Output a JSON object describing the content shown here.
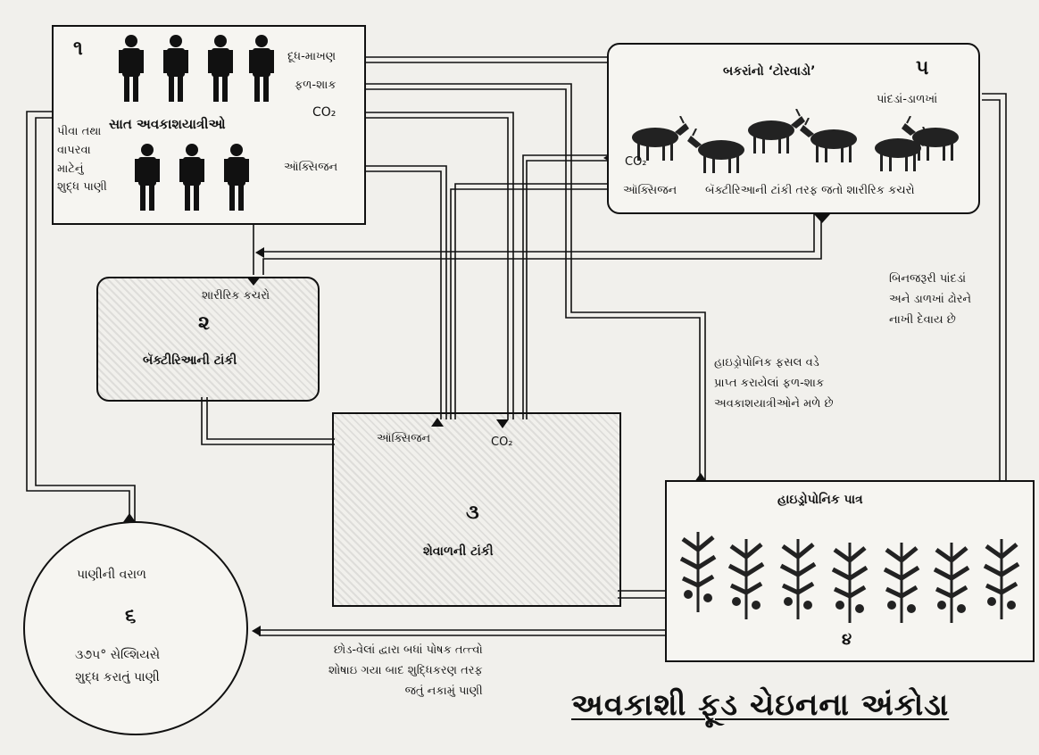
{
  "title": "અવકાશી ફૂડ ચેઇનના અંકોડા",
  "colors": {
    "ink": "#111111",
    "paper": "#f1f0ec"
  },
  "nodes": {
    "astronauts": {
      "number": "૧",
      "label": "સાત અવકાશયાત્રીઓ",
      "water_in": "પીવા તથા\nવાપરવા\nમાટેનું\nશુદ્ધ પાણી",
      "milk": "દૂધ-માખણ",
      "fruit_veg": "ફળ-શાક",
      "co2": "CO₂",
      "oxygen": "ઑક્સિજન"
    },
    "goats": {
      "number": "૫",
      "label": "બકરાંનો ‘ટોરવાડો’",
      "leaves": "પાંદડાં-ડાળખાં",
      "co2": "CO₂",
      "oxygen": "ઑક્સિજન",
      "waste": "બૅક્ટીરિઆની ટાંકી તરફ જતો શારીરિક કચરો"
    },
    "bacteria": {
      "number": "૨",
      "label": "બૅક્ટીરિઆની ટાંકી",
      "waste_in": "શારીરિક કચરો"
    },
    "algae": {
      "number": "૩",
      "label": "શેવાળની ટાંકી",
      "oxygen": "ઑક્સિજન",
      "co2": "CO₂"
    },
    "hydroponic": {
      "number": "૪",
      "label": "હાઇડ્રોપોનિક પાત્ર"
    },
    "steam": {
      "number": "૬",
      "label": "પાણીની વરાળ",
      "text": "૩૭૫° સેલ્શિયસે\nશુદ્ધ કરાતું પાણી"
    }
  },
  "notes": {
    "leaves_to_cattle": "બિનજરૂરી પાંદડાં\nઅને ડાળખાં ઢોરને\nનાખી દેવાય છે",
    "hydroponic_produce": "હાઇડ્રોપોનિક ફસલ વડે\nપ્રાપ્ત કરાયેલાં ફળ-શાક\nઅવકાશયાત્રીઓને મળે છે",
    "waste_water": "છોડ-વેલાં દ્વારા બધાં પોષક તત્ત્વો\nશોષાઇ ગયા બાદ શુદ્ધિકરણ તરફ\nજતું નકામું પાણી"
  }
}
